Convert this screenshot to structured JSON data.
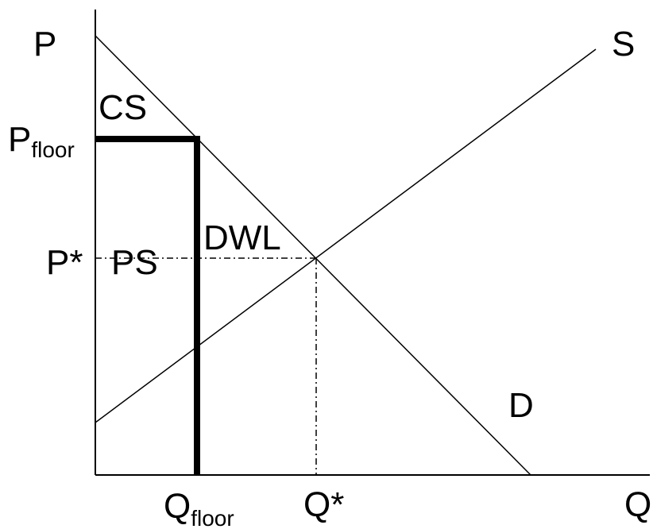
{
  "diagram": {
    "axis_y_label": "P",
    "axis_x_label": "Q",
    "supply_label": "S",
    "demand_label": "D",
    "consumer_surplus_label": "CS",
    "producer_surplus_label": "PS",
    "deadweight_loss_label": "DWL",
    "price_floor_label": "P",
    "price_floor_subscript": "floor",
    "equilibrium_price_label": "P*",
    "quantity_floor_label": "Q",
    "quantity_floor_subscript": "floor",
    "equilibrium_quantity_label": "Q*"
  }
}
